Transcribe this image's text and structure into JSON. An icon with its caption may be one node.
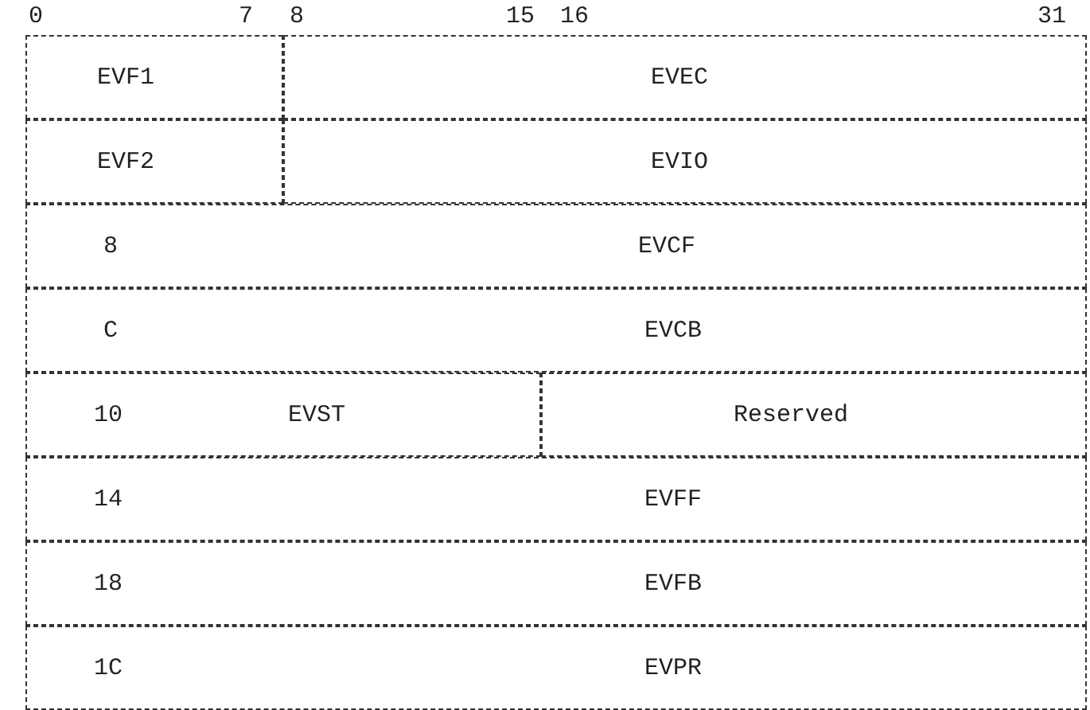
{
  "diagram": {
    "nodes": [
      {
        "text": [
          "EVF1"
        ]
      },
      {
        "text": [
          "EVEC"
        ]
      },
      {
        "text": [
          "EVF2"
        ]
      },
      {
        "text": [
          "EVIO"
        ]
      },
      {
        "text": [
          "8",
          "EVCF"
        ]
      },
      {
        "text": [
          "C",
          "EVCB"
        ]
      },
      {
        "text": [
          "10",
          "EVST"
        ]
      },
      {
        "text": [
          "Reserved"
        ]
      },
      {
        "text": [
          "14",
          "EVFF"
        ]
      },
      {
        "text": [
          "18",
          "EVFB"
        ]
      },
      {
        "text": [
          "1C",
          "EVPR"
        ]
      }
    ],
    "labels": [
      "0",
      "7",
      "8",
      "15",
      "16",
      "31"
    ]
  }
}
